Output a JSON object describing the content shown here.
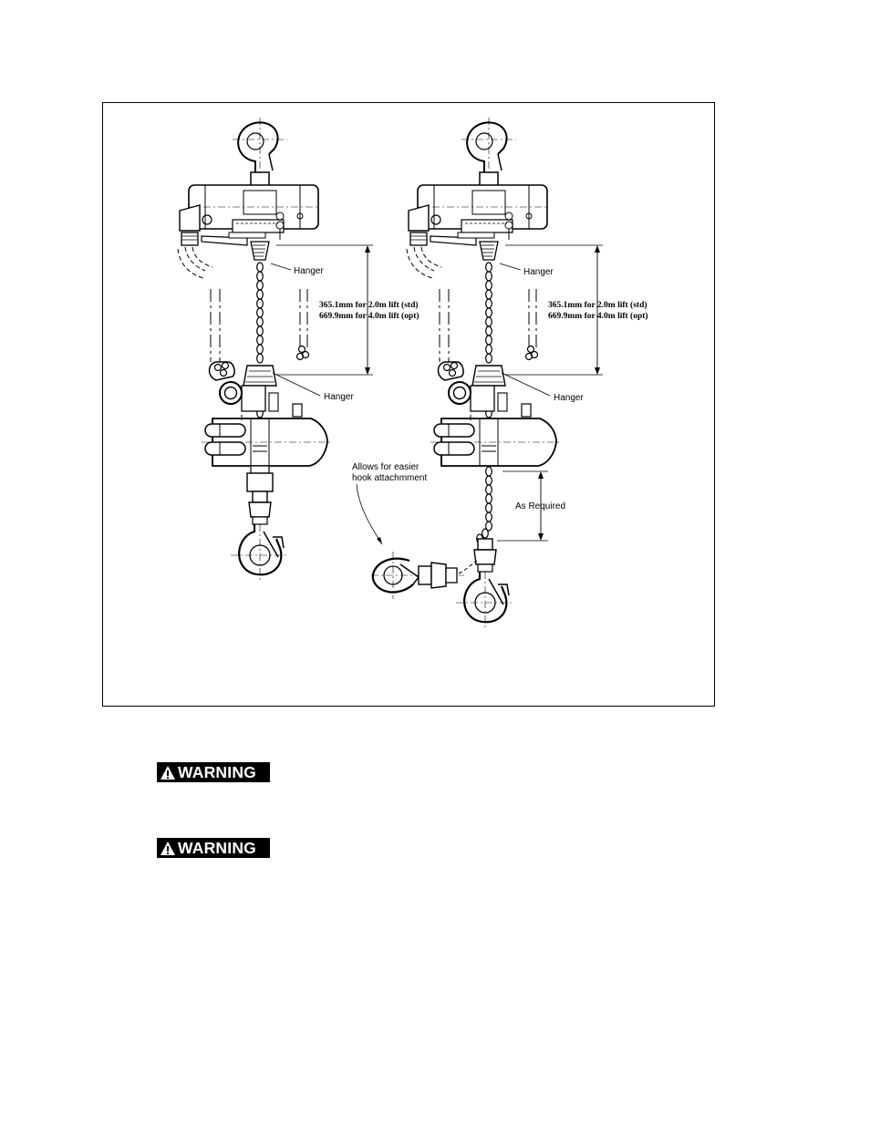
{
  "figure": {
    "left": {
      "hanger_top_label": "Hanger",
      "hanger_bottom_label": "Hanger",
      "dimension_line1": "365.1mm for 2.0m lift (std)",
      "dimension_line2": "669.9mm for 4.0m lift (opt)"
    },
    "right": {
      "hanger_top_label": "Hanger",
      "hanger_bottom_label": "Hanger",
      "dimension_line1": "365.1mm for 2.0m lift (std)",
      "dimension_line2": "669.9mm for 4.0m lift (opt)",
      "easier_attach_line1": "Allows for easier",
      "easier_attach_line2": "hook attachmment",
      "as_required_label": "As Required"
    }
  },
  "warnings": [
    {
      "label": "WARNING",
      "icon": "warning-triangle-icon"
    },
    {
      "label": "WARNING",
      "icon": "warning-triangle-icon"
    }
  ]
}
